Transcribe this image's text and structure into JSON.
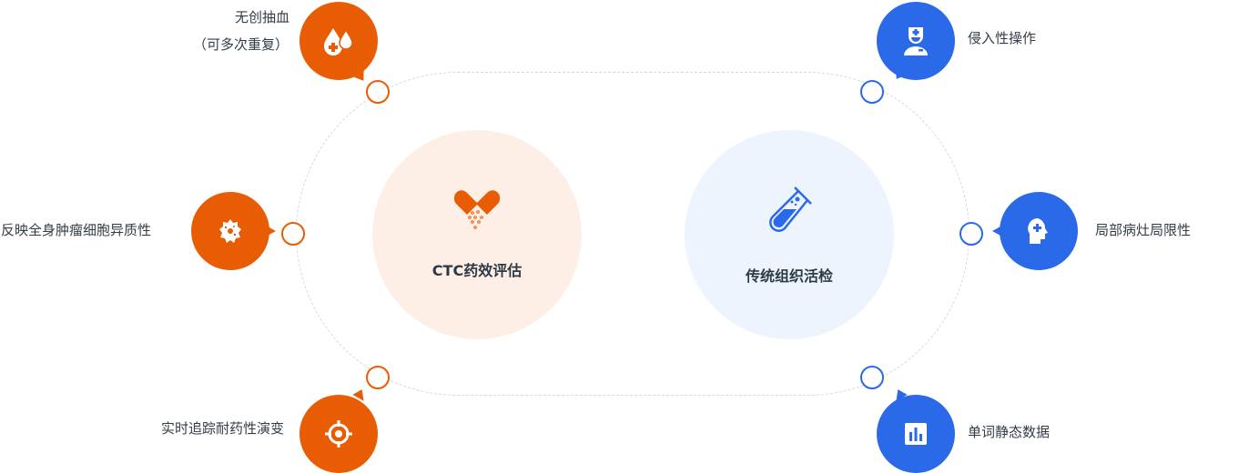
{
  "center": {
    "left_label": "CTC药效评估",
    "right_label": "传统组织活检"
  },
  "left_items": [
    {
      "label": "无创抽血",
      "sub": "（可多次重复）",
      "icon": "blood-drop-icon"
    },
    {
      "label": "反映全身肿瘤细胞异质性",
      "icon": "cell-icon"
    },
    {
      "label": "实时追踪耐药性演变",
      "icon": "target-icon"
    }
  ],
  "right_items": [
    {
      "label": "侵入性操作",
      "icon": "doctor-icon"
    },
    {
      "label": "局部病灶局限性",
      "icon": "head-icon"
    },
    {
      "label": "单词静态数据",
      "icon": "bar-chart-icon"
    }
  ],
  "colors": {
    "orange": "#e85d04",
    "blue": "#2a6ae8",
    "orange_bg": "#fdefe6",
    "blue_bg": "#edf4fd"
  }
}
